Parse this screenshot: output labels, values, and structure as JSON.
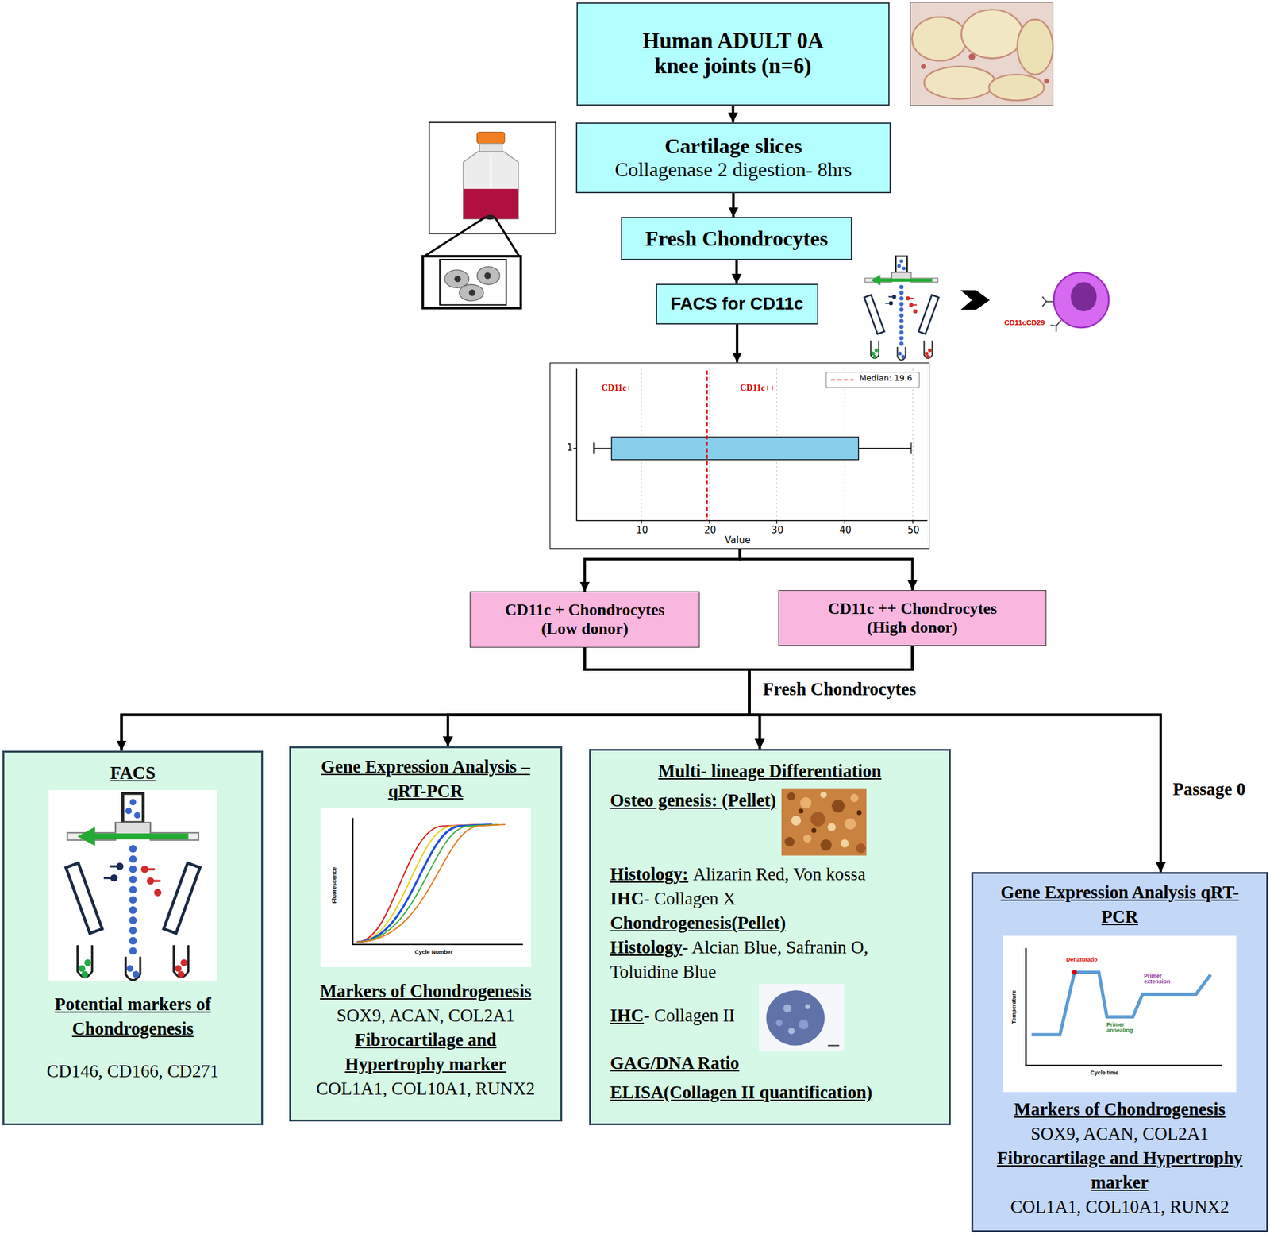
{
  "diagram": {
    "nodes": [
      {
        "text": [
          "Human ADULT 0A knee joints (n=6)"
        ]
      },
      {
        "text": [
          "Cartilage slices",
          "Collagenase 2 digestion- 8hrs"
        ]
      },
      {
        "text": [
          "Fresh Chondrocytes"
        ]
      },
      {
        "text": [
          "FACS for CD11c"
        ]
      },
      {
        "text": [
          "CD11c+",
          "CD11c++",
          "1",
          "10",
          "20",
          "30",
          "40",
          "50",
          "Value"
        ]
      },
      {
        "text": [
          "CD11c + Chondrocytes (Low donor)"
        ]
      },
      {
        "text": [
          "CD11c ++ Chondrocytes (High donor)"
        ]
      },
      {
        "text": [
          "FACS",
          "Potential markers of Chondrogenesis",
          "CD146, CD166, CD271"
        ]
      },
      {
        "text": [
          "Gene Expression Analysis – qRT-PCR",
          "Markers of Chondrogenesis",
          "SOX9, ACAN, COL2A1",
          "Fibrocartilage and Hypertrophy marker",
          "COL1A1, COL10A1, RUNX2"
        ]
      },
      {
        "text": [
          "Multi- lineage Differentiation",
          "Osteo genesis: (Pellet)",
          "Histology:",
          "Alizarin Red, Von kossa",
          "IHC",
          "- Collagen X",
          "Chondrogenesis(Pellet)",
          "Histology",
          "- Alcian Blue, Safranin O, Toluidine Blue",
          "IHC",
          "- Collagen II",
          "GAG/DNA Ratio",
          "ELISA(Collagen II quantification)"
        ]
      },
      {
        "text": [
          "Gene Expression Analysis qRT-PCR",
          "Markers of Chondrogenesis",
          "SOX9, ACAN, COL2A1",
          "Fibrocartilage and Hypertrophy marker",
          "COL1A1, COL10A1, RUNX2"
        ]
      }
    ],
    "edges": [
      {
        "from": 0,
        "to": 1,
        "arrow": "to"
      },
      {
        "from": 1,
        "to": 2,
        "arrow": "to"
      },
      {
        "from": 2,
        "to": 3,
        "arrow": "to"
      },
      {
        "from": 3,
        "to": 4,
        "arrow": "to"
      },
      {
        "from": 4,
        "to": 5,
        "arrow": "to"
      },
      {
        "from": 4,
        "to": 6,
        "arrow": "to"
      },
      {
        "from": 5,
        "to": 7,
        "arrow": "to"
      },
      {
        "from": 5,
        "to": 8,
        "arrow": "to"
      },
      {
        "from": 5,
        "to": 9,
        "arrow": "to"
      },
      {
        "from": 5,
        "to": 10,
        "arrow": "to"
      },
      {
        "from": 6,
        "to": 7,
        "arrow": "to"
      },
      {
        "from": 6,
        "to": 8,
        "arrow": "to"
      },
      {
        "from": 6,
        "to": 9,
        "arrow": "to"
      },
      {
        "from": 6,
        "to": 10,
        "arrow": "to"
      }
    ],
    "labels": [
      "Fresh Chondrocytes",
      "Passage 0",
      "CD11cCD29",
      "Fluorescence",
      "Cycle Number",
      "Temperature",
      "Cycle time",
      "Denaturatio",
      "Primer annealing",
      "Primer extension"
    ],
    "legend": [
      {
        "text": "Median: 19.6"
      }
    ]
  }
}
